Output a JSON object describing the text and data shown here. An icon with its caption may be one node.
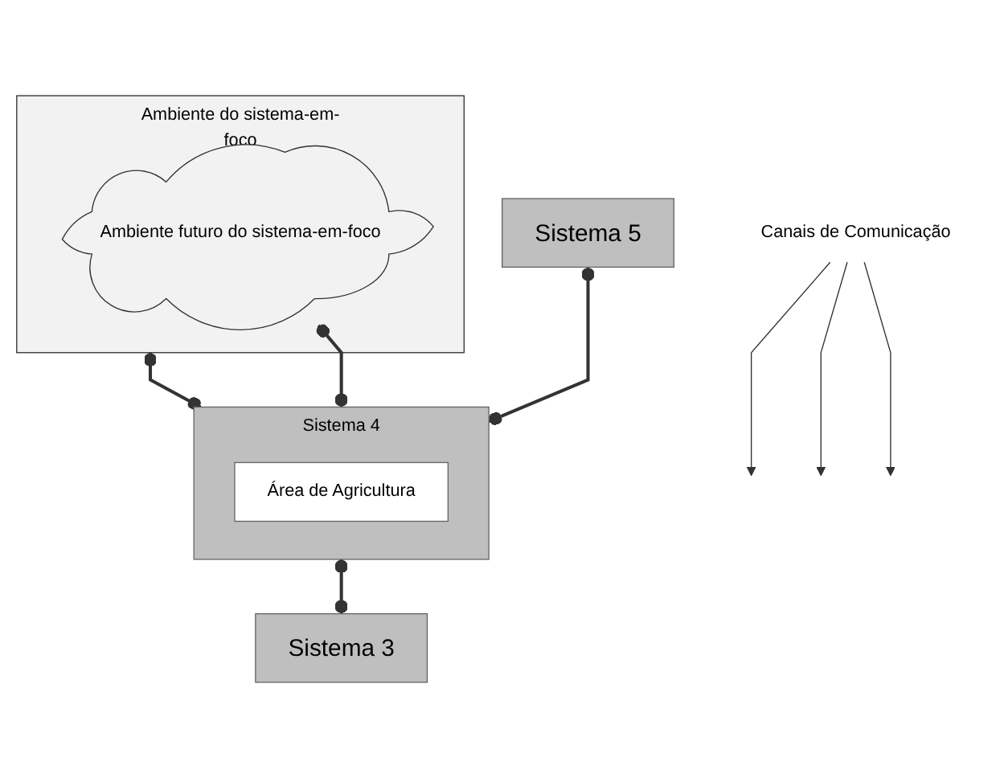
{
  "diagram": {
    "nodes": [
      {
        "text": [
          "Ambiente do sistema-em-foco"
        ]
      },
      {
        "text": [
          "Ambiente futuro do sistema-em-foco"
        ],
        "in": 0
      },
      {
        "text": [
          "Canais de Comunicação"
        ]
      },
      {
        "text": [
          "Sistema 5"
        ]
      },
      {
        "text": [
          "Sistema 4"
        ]
      },
      {
        "text": [
          "Área de Agricultura"
        ],
        "in": 4
      },
      {
        "text": [
          "Sistema 3"
        ]
      }
    ],
    "edges": [
      {
        "from": 0,
        "to": 4,
        "arrow": "other"
      },
      {
        "from": 1,
        "to": 4,
        "arrow": "other"
      },
      {
        "from": 3,
        "to": 4,
        "arrow": "other"
      },
      {
        "from": 4,
        "to": 6,
        "arrow": "other"
      },
      {
        "from": 2,
        "to": null,
        "arrow": "to"
      },
      {
        "from": 2,
        "to": null,
        "arrow": "to"
      },
      {
        "from": 2,
        "to": null,
        "arrow": "to"
      }
    ]
  }
}
